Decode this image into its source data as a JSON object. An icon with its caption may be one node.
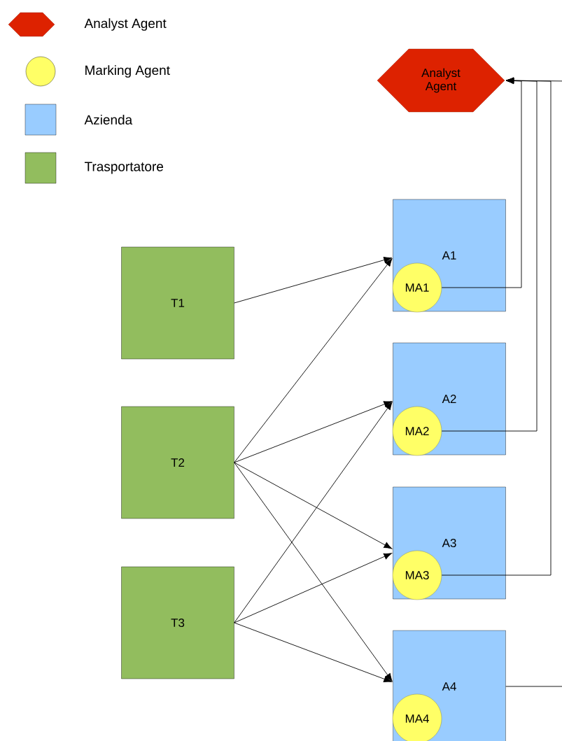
{
  "diagram": {
    "nodes": [
      {
        "text": [
          "Analyst Agent"
        ]
      },
      {
        "text": [
          "A1"
        ]
      },
      {
        "text": [
          "MA1"
        ],
        "in": 1
      },
      {
        "text": [
          "T1"
        ]
      },
      {
        "text": [
          "A2"
        ]
      },
      {
        "text": [
          "MA2"
        ],
        "in": 4
      },
      {
        "text": [
          "T2"
        ]
      },
      {
        "text": [
          "A3"
        ]
      },
      {
        "text": [
          "MA3"
        ],
        "in": 7
      },
      {
        "text": [
          "T3"
        ]
      },
      {
        "text": [
          "A4"
        ]
      },
      {
        "text": [
          "MA4"
        ],
        "in": 10
      }
    ],
    "edges": [
      {
        "from": 3,
        "to": 1,
        "arrow": "to"
      },
      {
        "from": 6,
        "to": 1,
        "arrow": "to"
      },
      {
        "from": 6,
        "to": 4,
        "arrow": "to"
      },
      {
        "from": 6,
        "to": 7,
        "arrow": "to"
      },
      {
        "from": 6,
        "to": 10,
        "arrow": "to"
      },
      {
        "from": 9,
        "to": 4,
        "arrow": "to"
      },
      {
        "from": 9,
        "to": 7,
        "arrow": "to"
      },
      {
        "from": 9,
        "to": 10,
        "arrow": "to"
      },
      {
        "from": 2,
        "to": 0,
        "arrow": "to"
      },
      {
        "from": 5,
        "to": 0,
        "arrow": "to"
      },
      {
        "from": 8,
        "to": 0,
        "arrow": "to"
      },
      {
        "from": 10,
        "to": 0,
        "arrow": "to"
      }
    ],
    "legend": [
      {
        "text": "Analyst Agent",
        "color": "#dd2200"
      },
      {
        "text": "Marking Agent",
        "color": "#ffff66"
      },
      {
        "text": "Azienda",
        "color": "#99ccff"
      },
      {
        "text": "Trasportatore",
        "color": "#92bd5e"
      }
    ]
  }
}
